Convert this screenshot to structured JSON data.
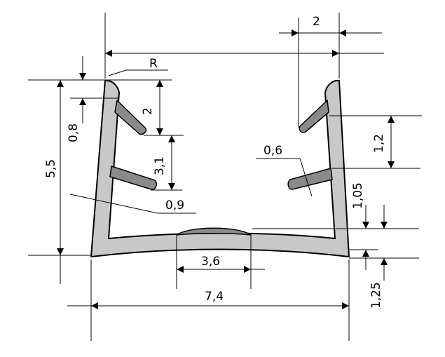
{
  "labels": {
    "top_width": "2",
    "radius": "R",
    "lip_depth_left": "2",
    "lip_thickness_left": "0,8",
    "height": "5,5",
    "lip_spacing_left": "3,1",
    "wall_thickness": "0,9",
    "wall_thickness_right": "0,6",
    "lip_spacing_right": "1,2",
    "base_offset": "1,05",
    "base_height": "1,25",
    "bump_width": "3,6",
    "total_width": "7,4"
  },
  "colors": {
    "profile_fill": "#c8c8c8",
    "lip_fill": "#8a8a8a",
    "line": "#000000"
  }
}
